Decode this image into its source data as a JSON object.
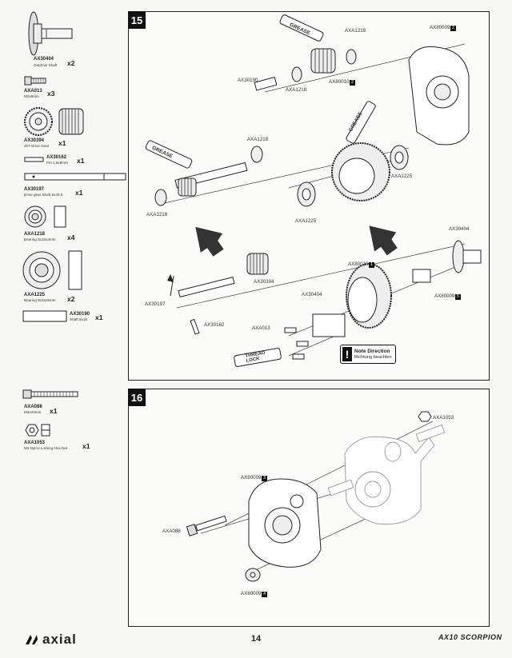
{
  "sidebar": {
    "parts": [
      {
        "code": "AX30404",
        "desc": "Outdrive Shaft",
        "qty": "x2"
      },
      {
        "code": "AXA013",
        "desc": "M2x6mm",
        "qty": "x3"
      },
      {
        "code": "AX30394",
        "desc": "20T Drive Gear",
        "qty": "x1"
      },
      {
        "code": "AX30162",
        "desc": "Pin 1.5x8mm",
        "qty": "x1"
      },
      {
        "code": "AX30197",
        "desc": "Drive gear Shaft 5x43.5",
        "qty": "x1"
      },
      {
        "code": "AXA1218",
        "desc": "Bearing 5x10x4mm",
        "qty": "x4"
      },
      {
        "code": "AXA1225",
        "desc": "Bearing 8x16x5mm",
        "qty": "x2"
      },
      {
        "code": "AX30190",
        "desc": "Shaft 5x18",
        "qty": "x1"
      }
    ],
    "parts2": [
      {
        "code": "AXA088",
        "desc": "M3x20mm",
        "qty": "x1"
      },
      {
        "code": "AXA1053",
        "desc": "M3 Nylon Locking Hex Nut",
        "qty": "x1"
      }
    ]
  },
  "step15": {
    "number": "15",
    "tags": {
      "axa1218_top": "AXA1218",
      "ax80009_2": "AX80009",
      "ax80009_2_n": "2",
      "ax30190": "AX30190",
      "axa1218_mid": "AXA1218",
      "ax80010_2": "AX80010",
      "ax80010_2_n": "2",
      "axa1218_left_top": "AXA1218",
      "axa1218_left_bot": "AXA1218",
      "axa1225_right": "AXA1225",
      "axa1225_left": "AXA1225",
      "ax30404_right": "AX30404",
      "ax80010_1": "AX80010",
      "ax80010_1_n": "1",
      "ax30394": "AX30394",
      "ax30404_mid": "AX30404",
      "ax80009_5": "AX80009",
      "ax80009_5_n": "5",
      "ax30197": "AX30197",
      "ax30162": "AX30162",
      "axa013": "AXA013"
    },
    "grease1": "GREASE",
    "grease2": "GREASE",
    "grease3": "GREASE",
    "threadlock": "THREAD LOCK",
    "note_title": "Note Direction",
    "note_sub": "Richtung beachten",
    "note_icon": "!"
  },
  "step16": {
    "number": "16",
    "tags": {
      "axa1053": "AXA1053",
      "ax80009_3": "AX80009",
      "ax80009_3_n": "3",
      "axa088": "AXA088",
      "ax80009_4": "AX80009",
      "ax80009_4_n": "4"
    }
  },
  "footer": {
    "page": "14",
    "brand": "axial",
    "model": "AX10 SCORPION"
  }
}
